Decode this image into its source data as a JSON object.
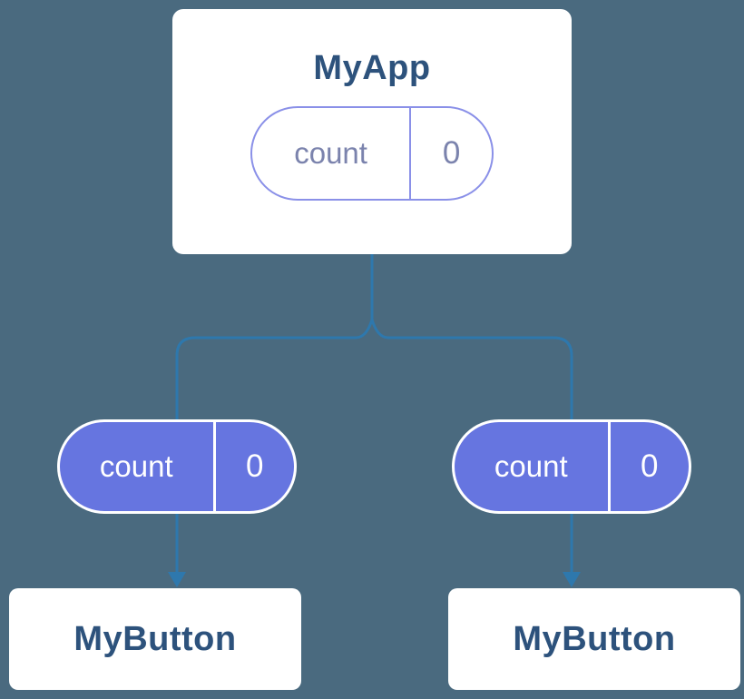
{
  "diagram": {
    "description": "component-tree-with-props",
    "root": {
      "title": "MyApp",
      "state": {
        "label": "count",
        "value": "0"
      }
    },
    "children": [
      {
        "title": "MyButton",
        "prop": {
          "label": "count",
          "value": "0"
        }
      },
      {
        "title": "MyButton",
        "prop": {
          "label": "count",
          "value": "0"
        }
      }
    ]
  },
  "colors": {
    "background": "#4a6a7f",
    "card_background": "#ffffff",
    "card_text": "#2d527c",
    "connector": "#2e78ad",
    "prop_pill_fill": "#6675e0",
    "state_pill_border": "#8a90e8",
    "state_pill_text": "#7b83ad",
    "prop_pill_text": "#ffffff"
  }
}
